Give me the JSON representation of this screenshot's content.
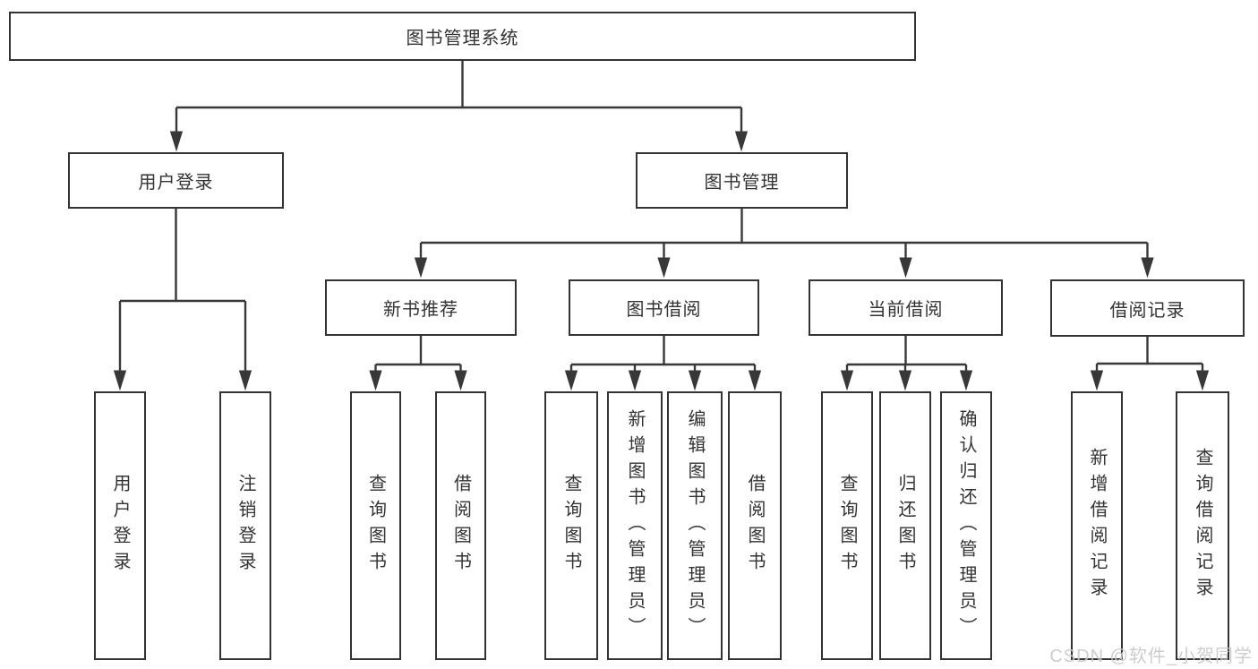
{
  "tree": {
    "root": {
      "label": "图书管理系统",
      "children": [
        {
          "label": "用户登录",
          "children": [
            {
              "label": "用户登录"
            },
            {
              "label": "注销登录"
            }
          ]
        },
        {
          "label": "图书管理",
          "children": [
            {
              "label": "新书推荐",
              "children": [
                {
                  "label": "查询图书"
                },
                {
                  "label": "借阅图书"
                }
              ]
            },
            {
              "label": "图书借阅",
              "children": [
                {
                  "label": "查询图书"
                },
                {
                  "label": "新增图书（管理员）"
                },
                {
                  "label": "编辑图书（管理员）"
                },
                {
                  "label": "借阅图书"
                }
              ]
            },
            {
              "label": "当前借阅",
              "children": [
                {
                  "label": "查询图书"
                },
                {
                  "label": "归还图书"
                },
                {
                  "label": "确认归还（管理员）"
                }
              ]
            },
            {
              "label": "借阅记录",
              "children": [
                {
                  "label": "新增借阅记录"
                },
                {
                  "label": "查询借阅记录"
                }
              ]
            }
          ]
        }
      ]
    }
  },
  "watermark": {
    "text": "CSDN @软件_小贺同学"
  },
  "colors": {
    "line": "#383838",
    "box_border": "#333333",
    "text": "#333333",
    "watermark": "#c9c9c9",
    "background": "#ffffff"
  }
}
